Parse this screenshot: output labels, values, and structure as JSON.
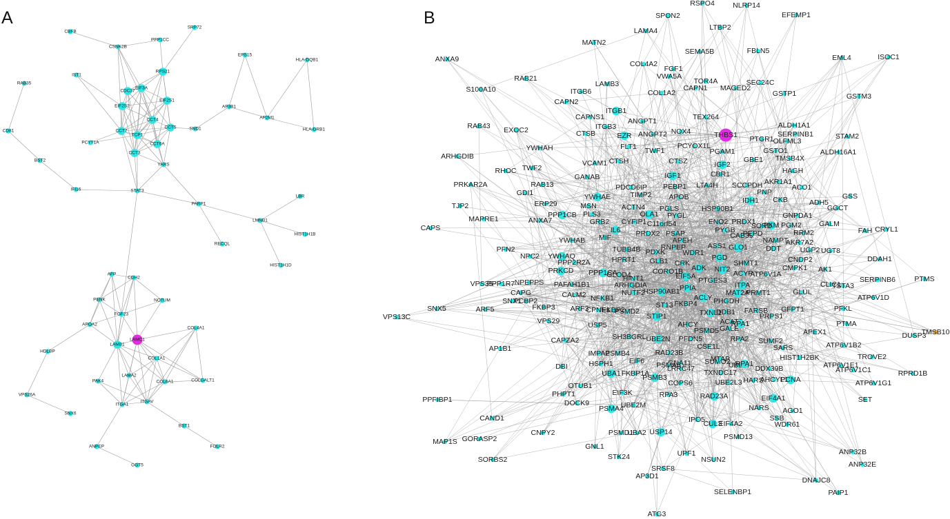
{
  "panels": [
    {
      "letter": "A",
      "node_color": "#2ee6e6",
      "hub_color": "#e22be2",
      "hubs": [
        "LAMC1"
      ],
      "nodes": [
        "CBFB",
        "CSNK2B",
        "PPP1CC",
        "SRP72",
        "RAB35",
        "IST1",
        "RPS21",
        "CDC37",
        "EIF3A",
        "EIF2S2",
        "EIF2S1",
        "CCT4",
        "CCT5",
        "CCT7",
        "TCP1",
        "CCT6A",
        "CCT3",
        "PCYT1A",
        "YARS",
        "SND1",
        "EPS15",
        "HLA-DQB1",
        "AP3B1",
        "AP2M1",
        "HLA-DRB1",
        "CD81",
        "BST2",
        "IFI16",
        "STAT3",
        "PARP1",
        "LBR",
        "LMNB1",
        "HIST1H1B",
        "RECQL",
        "HIST1H1D",
        "AFP",
        "CDH2",
        "PENK",
        "NOTUM",
        "FGF23",
        "APOA2",
        "LAMB1",
        "LAMC1",
        "COL4A1",
        "HDLBP",
        "COL1A1",
        "LAMA2",
        "PAK4",
        "COL6A1",
        "COLGALT1",
        "ITGA1",
        "ITGAV",
        "VPS26A",
        "SNX6",
        "BST1",
        "FOLR2",
        "ANPEP",
        "GGT5"
      ],
      "edges": [
        [
          "CBFB",
          "CSNK2B"
        ],
        [
          "CSNK2B",
          "PPP1CC"
        ],
        [
          "PPP1CC",
          "RPS21"
        ],
        [
          "SRP72",
          "RPS21"
        ],
        [
          "CSNK2B",
          "EIF3A"
        ],
        [
          "CSNK2B",
          "CCT4"
        ],
        [
          "CSNK2B",
          "CDC37"
        ],
        [
          "CSNK2B",
          "CCT7"
        ],
        [
          "IST1",
          "EIF2S2"
        ],
        [
          "IST1",
          "CCT7"
        ],
        [
          "RPS21",
          "EIF3A"
        ],
        [
          "RPS21",
          "EIF2S1"
        ],
        [
          "RPS21",
          "CCT4"
        ],
        [
          "RPS21",
          "CCT5"
        ],
        [
          "RPS21",
          "TCP1"
        ],
        [
          "RPS21",
          "CDC37"
        ],
        [
          "CDC37",
          "EIF3A"
        ],
        [
          "CDC37",
          "EIF2S2"
        ],
        [
          "CDC37",
          "CCT4"
        ],
        [
          "CDC37",
          "TCP1"
        ],
        [
          "CDC37",
          "CCT7"
        ],
        [
          "CDC37",
          "CCT3"
        ],
        [
          "EIF3A",
          "EIF2S1"
        ],
        [
          "EIF3A",
          "EIF2S2"
        ],
        [
          "EIF3A",
          "CCT4"
        ],
        [
          "EIF3A",
          "CCT5"
        ],
        [
          "EIF3A",
          "TCP1"
        ],
        [
          "EIF3A",
          "CCT7"
        ],
        [
          "EIF3A",
          "CCT6A"
        ],
        [
          "EIF3A",
          "CCT3"
        ],
        [
          "EIF2S2",
          "EIF2S1"
        ],
        [
          "EIF2S2",
          "CCT7"
        ],
        [
          "EIF2S2",
          "TCP1"
        ],
        [
          "EIF2S2",
          "CCT4"
        ],
        [
          "EIF2S2",
          "CCT3"
        ],
        [
          "EIF2S1",
          "CCT4"
        ],
        [
          "EIF2S1",
          "CCT5"
        ],
        [
          "EIF2S1",
          "TCP1"
        ],
        [
          "EIF2S1",
          "CCT6A"
        ],
        [
          "EIF2S1",
          "CCT7"
        ],
        [
          "CCT4",
          "CCT5"
        ],
        [
          "CCT4",
          "TCP1"
        ],
        [
          "CCT4",
          "CCT7"
        ],
        [
          "CCT4",
          "CCT6A"
        ],
        [
          "CCT4",
          "CCT3"
        ],
        [
          "CCT4",
          "YARS"
        ],
        [
          "CCT5",
          "TCP1"
        ],
        [
          "CCT5",
          "CCT6A"
        ],
        [
          "CCT5",
          "CCT7"
        ],
        [
          "CCT5",
          "CCT3"
        ],
        [
          "CCT5",
          "YARS"
        ],
        [
          "CCT5",
          "SND1"
        ],
        [
          "CCT7",
          "TCP1"
        ],
        [
          "CCT7",
          "CCT6A"
        ],
        [
          "CCT7",
          "CCT3"
        ],
        [
          "TCP1",
          "CCT6A"
        ],
        [
          "TCP1",
          "CCT3"
        ],
        [
          "TCP1",
          "YARS"
        ],
        [
          "CCT6A",
          "CCT3"
        ],
        [
          "CCT6A",
          "YARS"
        ],
        [
          "CCT3",
          "YARS"
        ],
        [
          "PCYT1A",
          "CCT7"
        ],
        [
          "PCYT1A",
          "TCP1"
        ],
        [
          "CCT7",
          "STAT3"
        ],
        [
          "CCT3",
          "STAT3"
        ],
        [
          "TCP1",
          "STAT3"
        ],
        [
          "YARS",
          "STAT3"
        ],
        [
          "YARS",
          "PARP1"
        ],
        [
          "SND1",
          "AP3B1"
        ],
        [
          "EPS15",
          "AP3B1"
        ],
        [
          "EPS15",
          "AP2M1"
        ],
        [
          "AP3B1",
          "AP2M1"
        ],
        [
          "HLA-DQB1",
          "AP2M1"
        ],
        [
          "HLA-DQB1",
          "HLA-DRB1"
        ],
        [
          "AP2M1",
          "HLA-DRB1"
        ],
        [
          "RAB35",
          "CD81"
        ],
        [
          "CD81",
          "BST2"
        ],
        [
          "BST2",
          "IFI16"
        ],
        [
          "IFI16",
          "STAT3"
        ],
        [
          "STAT3",
          "PARP1"
        ],
        [
          "PARP1",
          "LMNB1"
        ],
        [
          "PARP1",
          "RECQL"
        ],
        [
          "LBR",
          "LMNB1"
        ],
        [
          "LMNB1",
          "HIST1H1B"
        ],
        [
          "LMNB1",
          "HIST1H1D"
        ],
        [
          "STAT3",
          "LAMB1"
        ],
        [
          "AFP",
          "CDH2"
        ],
        [
          "AFP",
          "PENK"
        ],
        [
          "AFP",
          "FGF23"
        ],
        [
          "AFP",
          "APOA2"
        ],
        [
          "AFP",
          "LAMB1"
        ],
        [
          "CDH2",
          "PENK"
        ],
        [
          "CDH2",
          "NOTUM"
        ],
        [
          "CDH2",
          "FGF23"
        ],
        [
          "CDH2",
          "LAMC1"
        ],
        [
          "CDH2",
          "LAMB1"
        ],
        [
          "PENK",
          "FGF23"
        ],
        [
          "PENK",
          "APOA2"
        ],
        [
          "PENK",
          "LAMB1"
        ],
        [
          "NOTUM",
          "LAMC1"
        ],
        [
          "NOTUM",
          "FGF23"
        ],
        [
          "FGF23",
          "APOA2"
        ],
        [
          "FGF23",
          "LAMB1"
        ],
        [
          "FGF23",
          "LAMC1"
        ],
        [
          "APOA2",
          "LAMB1"
        ],
        [
          "APOA2",
          "HDLBP"
        ],
        [
          "LAMB1",
          "LAMC1"
        ],
        [
          "LAMB1",
          "COL1A1"
        ],
        [
          "LAMB1",
          "LAMA2"
        ],
        [
          "LAMB1",
          "PAK4"
        ],
        [
          "LAMB1",
          "COL6A1"
        ],
        [
          "LAMB1",
          "ITGA1"
        ],
        [
          "LAMB1",
          "ITGAV"
        ],
        [
          "LAMC1",
          "COL4A1"
        ],
        [
          "LAMC1",
          "COL1A1"
        ],
        [
          "LAMC1",
          "LAMA2"
        ],
        [
          "LAMC1",
          "COL6A1"
        ],
        [
          "LAMC1",
          "ITGAV"
        ],
        [
          "LAMC1",
          "ITGA1"
        ],
        [
          "LAMC1",
          "COLGALT1"
        ],
        [
          "COL4A1",
          "COL1A1"
        ],
        [
          "COL4A1",
          "COL6A1"
        ],
        [
          "COL4A1",
          "COLGALT1"
        ],
        [
          "COL4A1",
          "ITGAV"
        ],
        [
          "COL1A1",
          "COL6A1"
        ],
        [
          "COL1A1",
          "ITGA1"
        ],
        [
          "COL1A1",
          "ITGAV"
        ],
        [
          "COL1A1",
          "COLGALT1"
        ],
        [
          "COL1A1",
          "LAMA2"
        ],
        [
          "LAMA2",
          "ITGA1"
        ],
        [
          "LAMA2",
          "ITGAV"
        ],
        [
          "PAK4",
          "ITGA1"
        ],
        [
          "PAK4",
          "ITGAV"
        ],
        [
          "COL6A1",
          "ITGAV"
        ],
        [
          "COL6A1",
          "COLGALT1"
        ],
        [
          "COL6A1",
          "ITGA1"
        ],
        [
          "ITGA1",
          "ITGAV"
        ],
        [
          "ITGAV",
          "BST1"
        ],
        [
          "BST1",
          "FOLR2"
        ],
        [
          "ITGA1",
          "ANPEP"
        ],
        [
          "ANPEP",
          "GGT5"
        ],
        [
          "HDLBP",
          "VPS26A"
        ],
        [
          "VPS26A",
          "SNX6"
        ]
      ]
    },
    {
      "letter": "B",
      "node_color": "#2ee6e6",
      "hub_color": "#e22be2",
      "peripheral_color": "#f2b233",
      "hubs": [
        "THBS1"
      ],
      "peripheral": [
        "TMSB10"
      ],
      "nodes": [
        "RSPO4",
        "NLRP14",
        "SPON2",
        "LTBP2",
        "EFEMP1",
        "LAMA4",
        "MATN2",
        "FBLN5",
        "EML4",
        "ISOC1",
        "ANXA9",
        "SEMA5B",
        "COL4A2",
        "FGF1",
        "LAMB3",
        "RAB21",
        "SEC24C",
        "S100A10",
        "ITGB6",
        "VWA5A",
        "TOR4A",
        "MAGED2",
        "GSTM3",
        "CAPN2",
        "CAPNS1",
        "ITGB1",
        "COL1A2",
        "CAPN1",
        "GSTP1",
        "RAB43",
        "ITGB3",
        "ANGPT1",
        "TEX264",
        "THBS1",
        "ALDH1A1",
        "EXOC2",
        "CTSB",
        "EZR",
        "ANGPT2",
        "NOX4",
        "SERPINB1",
        "STAM2",
        "FLT1",
        "PTGR1",
        "OLFML3",
        "ARHGDIB",
        "YWHAH",
        "TWF1",
        "PCYOX1L",
        "PGAM1",
        "GSTO1",
        "ALDH16A1",
        "VCAM1",
        "CTSH",
        "CTSZ",
        "GBE1",
        "TMSB4X",
        "RHOC",
        "TWF2",
        "IGF1",
        "IGF2",
        "GANAB",
        "CBR1",
        "HAGH",
        "PRKAR2A",
        "RAB13",
        "PDCD6IP",
        "PEBP1",
        "LTA4H",
        "SCCPDH",
        "AKR1A1",
        "ACO1",
        "GSS",
        "GDI1",
        "TIMP2",
        "APOB",
        "PNP",
        "CKB",
        "TJP2",
        "ERP29",
        "YWHAE",
        "HSP90B1",
        "IDH1",
        "ADH5",
        "GGCT",
        "MAPRE1",
        "ANXA7",
        "PPP1CB",
        "MSN",
        "ACTN4",
        "PLS3",
        "PGLS",
        "PYGL",
        "PRDX1",
        "PKM",
        "GNPDA1",
        "GALM",
        "CAPS",
        "OLA1",
        "FAH",
        "CRYL1",
        "GRB2",
        "CYFIP1",
        "ENO2",
        "PYGB",
        "CAB39",
        "SORD",
        "PGM2",
        "RRM2",
        "IL6",
        "C11orf54",
        "NAMPT",
        "PEPD",
        "PFN2",
        "MIF",
        "PRDX2",
        "PSAP",
        "APEH",
        "ASS1",
        "GLO1",
        "DDT",
        "AKR7A2",
        "UGP2",
        "UGT8",
        "DDAH1",
        "NPC2",
        "YWHAB",
        "TUBB4B",
        "RNPEP",
        "PDXK",
        "WDR1",
        "PGD",
        "CNDP2",
        "YWHAQ",
        "PPP2R2A",
        "HPRT1",
        "GLB1",
        "CRK",
        "SHMT1",
        "CMPK1",
        "AK1",
        "PTMS",
        "VPS35",
        "PPP1R7",
        "PRKCD",
        "PPP1CA",
        "HINT1",
        "CORO1B",
        "ADK",
        "NIT2",
        "ACYP",
        "ATP6V1A",
        "CLIC1",
        "TSTA3",
        "SERPINB6",
        "NPEPPS",
        "PAFAH1B1",
        "GLOD4",
        "PTGES3",
        "ITPA",
        "CAPG",
        "ARHGDIA",
        "HSP90AB1",
        "EIF5A",
        "PPIA",
        "MAT2A",
        "PRMT1",
        "GLUL",
        "SNX1",
        "PCBP2",
        "CALM2",
        "NFKB1",
        "NUTF2",
        "ST13",
        "ACLY",
        "PHGDH",
        "PFKL",
        "ATP6V1D",
        "VPS13C",
        "SNX5",
        "ARF5",
        "FKBP3",
        "VPS29",
        "ARF3",
        "CPNE1",
        "FKBP2",
        "PSMD2",
        "STIP1",
        "FKBP4",
        "TXNL1",
        "DDB1",
        "ACAT2",
        "FARSB",
        "PRPS1",
        "GFPT1",
        "CAPZA2",
        "USP5",
        "AHCY",
        "GALE",
        "RPA1",
        "APEX1",
        "PTMA",
        "TMSB10",
        "SH3BGRL",
        "PSMD5",
        "RPA2",
        "SUMF2",
        "ATP6V1B2",
        "DUSP3",
        "AP1B1",
        "IMPA2",
        "PSMB4",
        "UBE2N",
        "PFDN5",
        "CSE1L",
        "SARS",
        "HIST1H2BK",
        "EIF6",
        "RAD23B",
        "GNA11",
        "SUMO2",
        "UBE2I",
        "ATP6V1E1",
        "ATP6V1C1",
        "TROVE2",
        "RPRD1B",
        "DBI",
        "HSPH1",
        "PSMA6",
        "LRRC47",
        "MTAP",
        "DDX39B",
        "UBA1",
        "FKBP1A",
        "COPS6",
        "TXNDC17",
        "UBE2L3",
        "HARS",
        "AHCYL1",
        "PCNA",
        "ATP6V1G1",
        "OTUB1",
        "PHPT1",
        "PSMB3",
        "RPA3",
        "EIF4A1",
        "SET",
        "PPFIBP1",
        "DOCK9",
        "EIF3K",
        "UBE2M",
        "RAD23A",
        "NARS",
        "AGO1",
        "CAND1",
        "PSMA4",
        "RPA1",
        "IPO5",
        "CUL3",
        "EIF4A2",
        "SSB",
        "WDR61",
        "MAP1S",
        "GORASP2",
        "CNPY2",
        "PSMD1",
        "UBA2",
        "USP14",
        "PSMD13",
        "ANP32B",
        "SORBS2",
        "GNL1",
        "ANP32E",
        "STK24",
        "UPF1",
        "NSUN2",
        "SRSF8",
        "AP3D1",
        "SELENBP1",
        "DNAJC8",
        "PAIP1",
        "ATG3"
      ]
    }
  ]
}
